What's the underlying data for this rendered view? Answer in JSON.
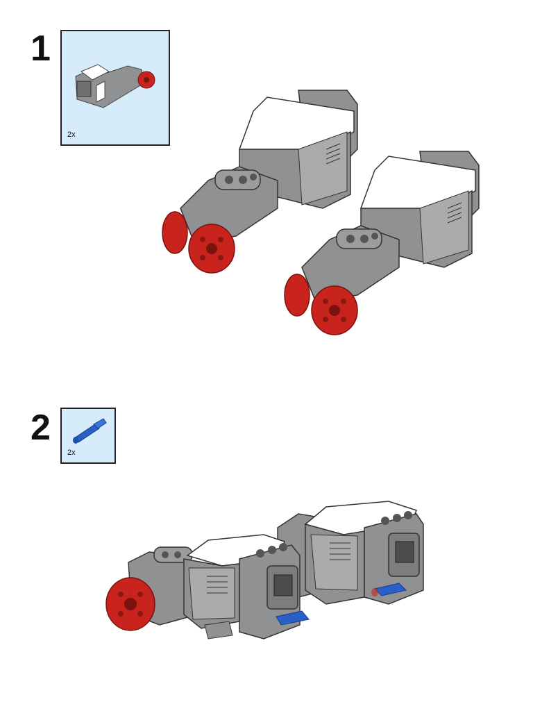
{
  "steps": [
    {
      "number": "1",
      "part_quantity": "2x",
      "part_icon": "large-motor-icon",
      "colors": {
        "grey": "#8f9193",
        "white": "#ffffff",
        "red": "#c8231c",
        "dark": "#3e4042"
      }
    },
    {
      "number": "2",
      "part_quantity": "2x",
      "part_icon": "axle-pin-icon",
      "colors": {
        "blue": "#2a5fc9",
        "callout_bg": "#d6ecfb"
      }
    }
  ]
}
